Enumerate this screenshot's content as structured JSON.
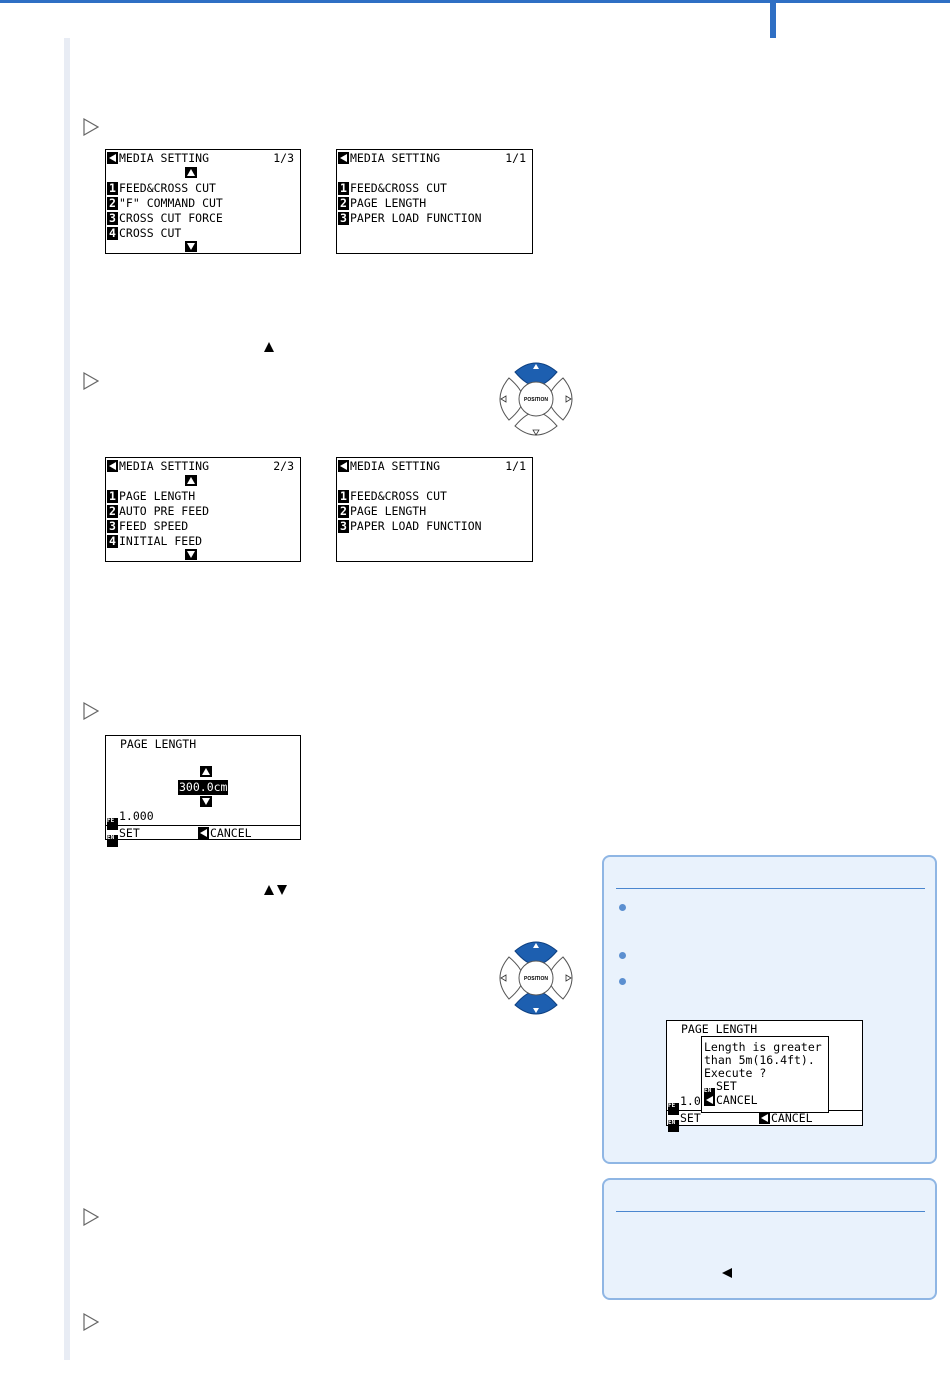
{
  "colors": {
    "accent": "#2f6fc4",
    "note_bg": "#e9f2fc",
    "note_border": "#8fb6e4",
    "button_blue": "#1d5fb0"
  },
  "screens": {
    "s1": {
      "title": "MEDIA SETTING",
      "page": "1/3",
      "items": [
        {
          "n": "1",
          "t": "FEED&CROSS CUT"
        },
        {
          "n": "2",
          "t": "\"F\" COMMAND CUT"
        },
        {
          "n": "3",
          "t": "CROSS CUT FORCE"
        },
        {
          "n": "4",
          "t": "CROSS CUT"
        }
      ]
    },
    "s2": {
      "title": "MEDIA SETTING",
      "page": "1/1",
      "items": [
        {
          "n": "1",
          "t": "FEED&CROSS CUT"
        },
        {
          "n": "2",
          "t": "PAGE LENGTH"
        },
        {
          "n": "3",
          "t": "PAPER LOAD FUNCTION"
        }
      ]
    },
    "s3": {
      "title": "MEDIA SETTING",
      "page": "2/3",
      "items": [
        {
          "n": "1",
          "t": "PAGE LENGTH"
        },
        {
          "n": "2",
          "t": "AUTO PRE FEED"
        },
        {
          "n": "3",
          "t": "FEED SPEED"
        },
        {
          "n": "4",
          "t": "INITIAL FEED"
        }
      ]
    },
    "s4": {
      "title": "MEDIA SETTING",
      "page": "1/1",
      "items": [
        {
          "n": "1",
          "t": "FEED&CROSS CUT"
        },
        {
          "n": "2",
          "t": "PAGE LENGTH"
        },
        {
          "n": "3",
          "t": "PAPER LOAD FUNCTION"
        }
      ]
    },
    "s5": {
      "title": "PAGE LENGTH",
      "value": "300.0cm",
      "factor": "1.000",
      "set": "SET",
      "cancel": "CANCEL"
    },
    "s6": {
      "title": "PAGE LENGTH",
      "msg1": "Length is greater",
      "msg2": "than 5m(16.4ft).",
      "msg3": "Execute ?",
      "set": "SET",
      "cancel": "CANCEL",
      "factor": "1.0",
      "set2": "SET",
      "cancel2": "CANCEL"
    }
  },
  "pad": {
    "label": "POSITION"
  },
  "icons": [
    "step-triangle-icon",
    "up-arrow-icon",
    "down-arrow-icon",
    "left-arrow-icon",
    "position-key-icon"
  ]
}
